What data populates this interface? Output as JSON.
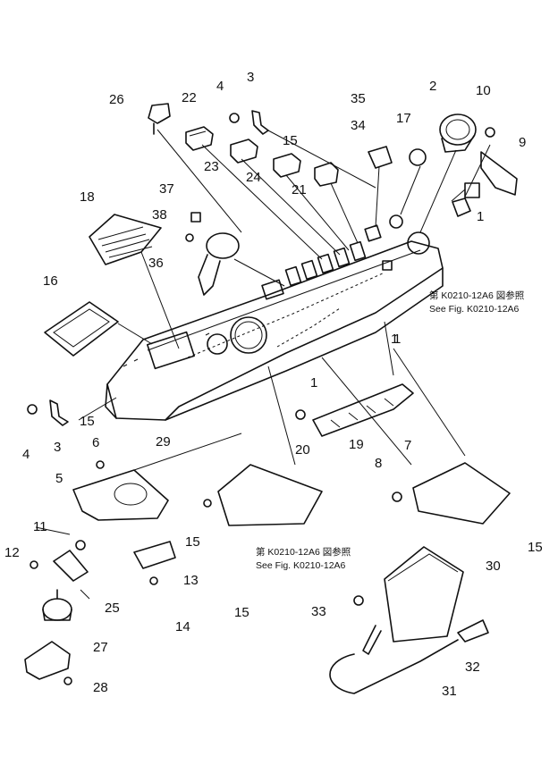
{
  "callouts": [
    "26",
    "22",
    "4",
    "3",
    "35",
    "2",
    "10",
    "9",
    "34",
    "17",
    "15",
    "23",
    "24",
    "21",
    "37",
    "38",
    "18",
    "36",
    "1",
    "16",
    "1",
    "1",
    "15",
    "4",
    "3",
    "29",
    "6",
    "5",
    "11",
    "12",
    "19",
    "20",
    "8",
    "7",
    "15",
    "15",
    "13",
    "14",
    "15",
    "25",
    "27",
    "28",
    "30",
    "33",
    "32",
    "31",
    "1"
  ],
  "notes": {
    "top_ref_jp": "第 K0210-12A6 図参照",
    "top_ref_en": "See Fig. K0210-12A6",
    "bottom_ref_jp": "第 K0210-12A6 図参照",
    "bottom_ref_en": "See Fig. K0210-12A6"
  }
}
